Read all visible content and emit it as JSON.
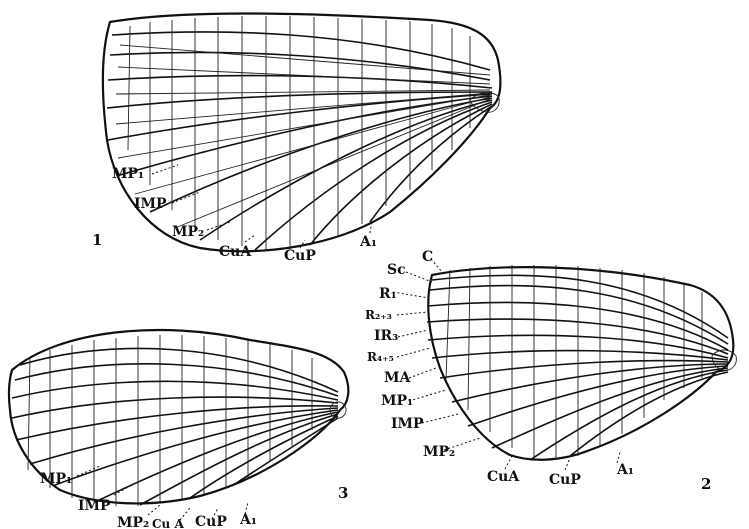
{
  "figures": [
    {
      "number": "1",
      "labels": [
        "MP₁",
        "IMP",
        "MP₂",
        "CuA",
        "CuP",
        "A₁"
      ]
    },
    {
      "number": "2",
      "labels": [
        "C",
        "Sc",
        "R₁",
        "R₂₊₃",
        "IR₃",
        "R₄₊₅",
        "MA",
        "MP₁",
        "IMP",
        "MP₂",
        "CuA",
        "CuP",
        "A₁"
      ]
    },
    {
      "number": "3",
      "labels": [
        "MP₁",
        "IMP",
        "MP₂",
        "Cu A",
        "CuP",
        "A₁"
      ]
    }
  ]
}
